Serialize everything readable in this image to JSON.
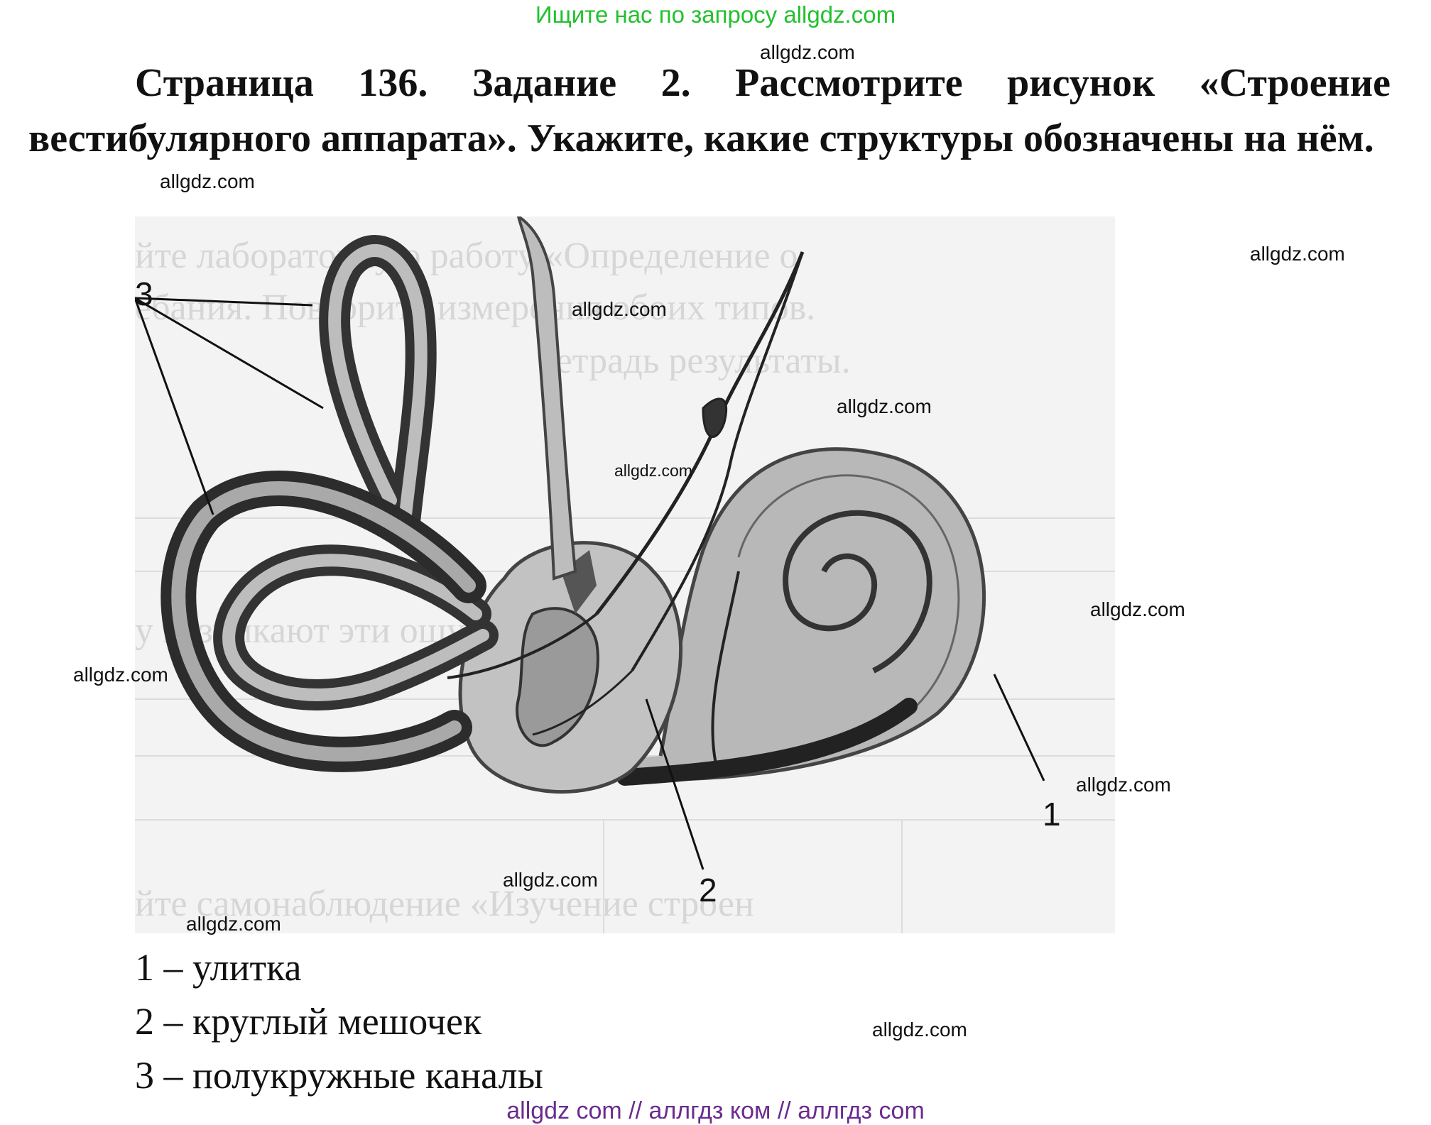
{
  "banner": "Ищите нас по запросу allgdz.com",
  "heading": "Страница 136. Задание 2. Рассмотрите рисунок «Строение вестибулярного аппарата». Укажите, какие структуры обозначены на нём.",
  "figure": {
    "labels": {
      "l1": "1",
      "l2": "2",
      "l3": "3"
    },
    "ghost_lines": [
      "йте лабораторную работу «Определение о",
      "ебания. Повторите измерения обоих типов.",
      "тетрадь результаты.",
      "у возникают эти ощущения? Каковы ощ",
      "йте самонаблюдение «Изучение строен"
    ]
  },
  "answers": [
    "1 – улитка",
    "2 – круглый мешочек",
    "3 – полукружные каналы"
  ],
  "watermark": "allgdz.com",
  "footer": "allgdz com  //  аллгдз ком  //  аллгдз com"
}
